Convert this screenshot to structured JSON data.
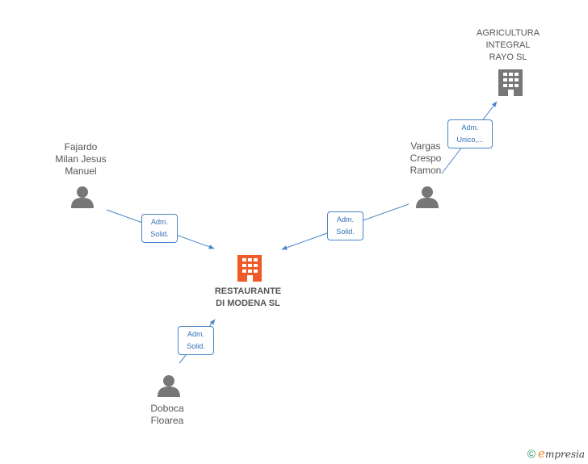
{
  "nodes": {
    "center": {
      "lines": [
        "RESTAURANTE",
        "DI MODENA SL"
      ],
      "type": "company",
      "color": "#f05a28"
    },
    "agricultura": {
      "lines": [
        "AGRICULTURA",
        "INTEGRAL",
        "RAYO SL"
      ],
      "type": "company",
      "color": "#777777"
    },
    "fajardo": {
      "lines": [
        "Fajardo",
        "Milan Jesus",
        "Manuel"
      ],
      "type": "person",
      "color": "#777777"
    },
    "vargas": {
      "lines": [
        "Vargas",
        "Crespo",
        "Ramon"
      ],
      "type": "person",
      "color": "#777777"
    },
    "doboca": {
      "lines": [
        "Doboca",
        "Floarea"
      ],
      "type": "person",
      "color": "#777777"
    }
  },
  "edges": [
    {
      "from": "fajardo",
      "to": "center",
      "lines": [
        "Adm.",
        "Solid."
      ]
    },
    {
      "from": "vargas",
      "to": "center",
      "lines": [
        "Adm.",
        "Solid."
      ]
    },
    {
      "from": "doboca",
      "to": "center",
      "lines": [
        "Adm.",
        "Solid."
      ]
    },
    {
      "from": "vargas",
      "to": "agricultura",
      "lines": [
        "Adm.",
        "Unico,..."
      ]
    }
  ],
  "colors": {
    "edge": "#4a86c8",
    "person": "#777777",
    "company": "#777777",
    "highlight": "#f05a28"
  },
  "brand": {
    "copyright": "©",
    "e": "e",
    "rest": "mpresia"
  }
}
